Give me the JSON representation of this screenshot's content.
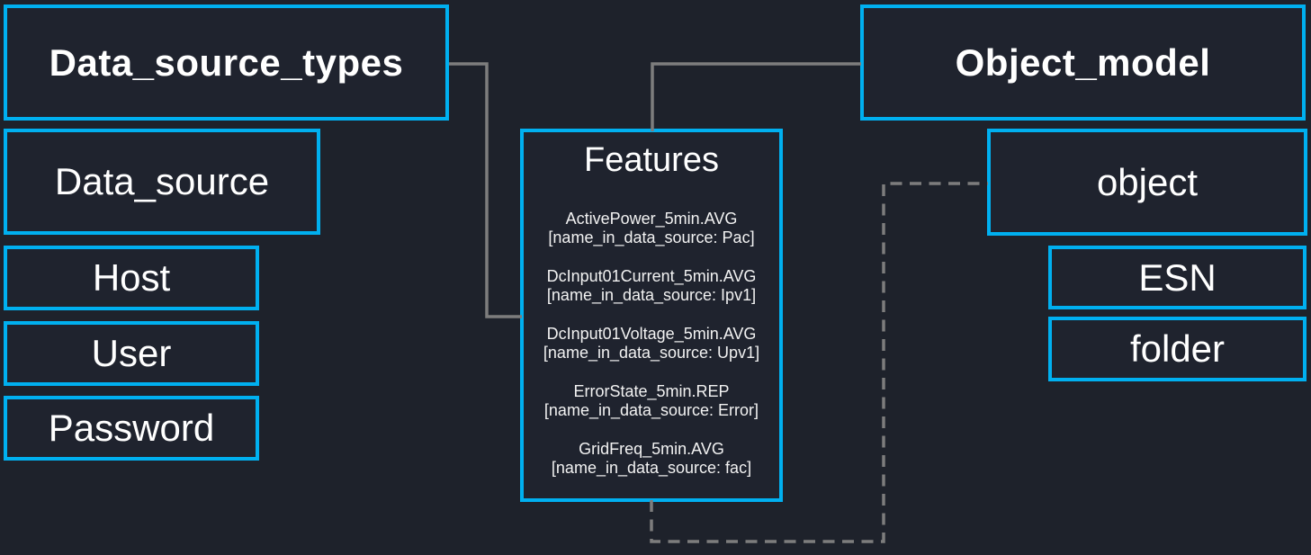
{
  "diagram": {
    "colors": {
      "background": "#1e222b",
      "box_fill": "#1f232e",
      "box_border": "#00b0f0",
      "connector": "#7d7d7d",
      "text": "#ffffff"
    },
    "left_group": {
      "data_source_types": "Data_source_types",
      "data_source": "Data_source",
      "host": "Host",
      "user": "User",
      "password": "Password"
    },
    "features": {
      "title": "Features",
      "items": [
        {
          "name": "ActivePower_5min.AVG",
          "mapping": "[name_in_data_source: Pac]"
        },
        {
          "name": "DcInput01Current_5min.AVG",
          "mapping": "[name_in_data_source: Ipv1]"
        },
        {
          "name": "DcInput01Voltage_5min.AVG",
          "mapping": "[name_in_data_source: Upv1]"
        },
        {
          "name": "ErrorState_5min.REP",
          "mapping": "[name_in_data_source: Error]"
        },
        {
          "name": "GridFreq_5min.AVG",
          "mapping": "[name_in_data_source: fac]"
        }
      ]
    },
    "right_group": {
      "object_model": "Object_model",
      "object": "object",
      "esn": "ESN",
      "folder": "folder"
    }
  }
}
